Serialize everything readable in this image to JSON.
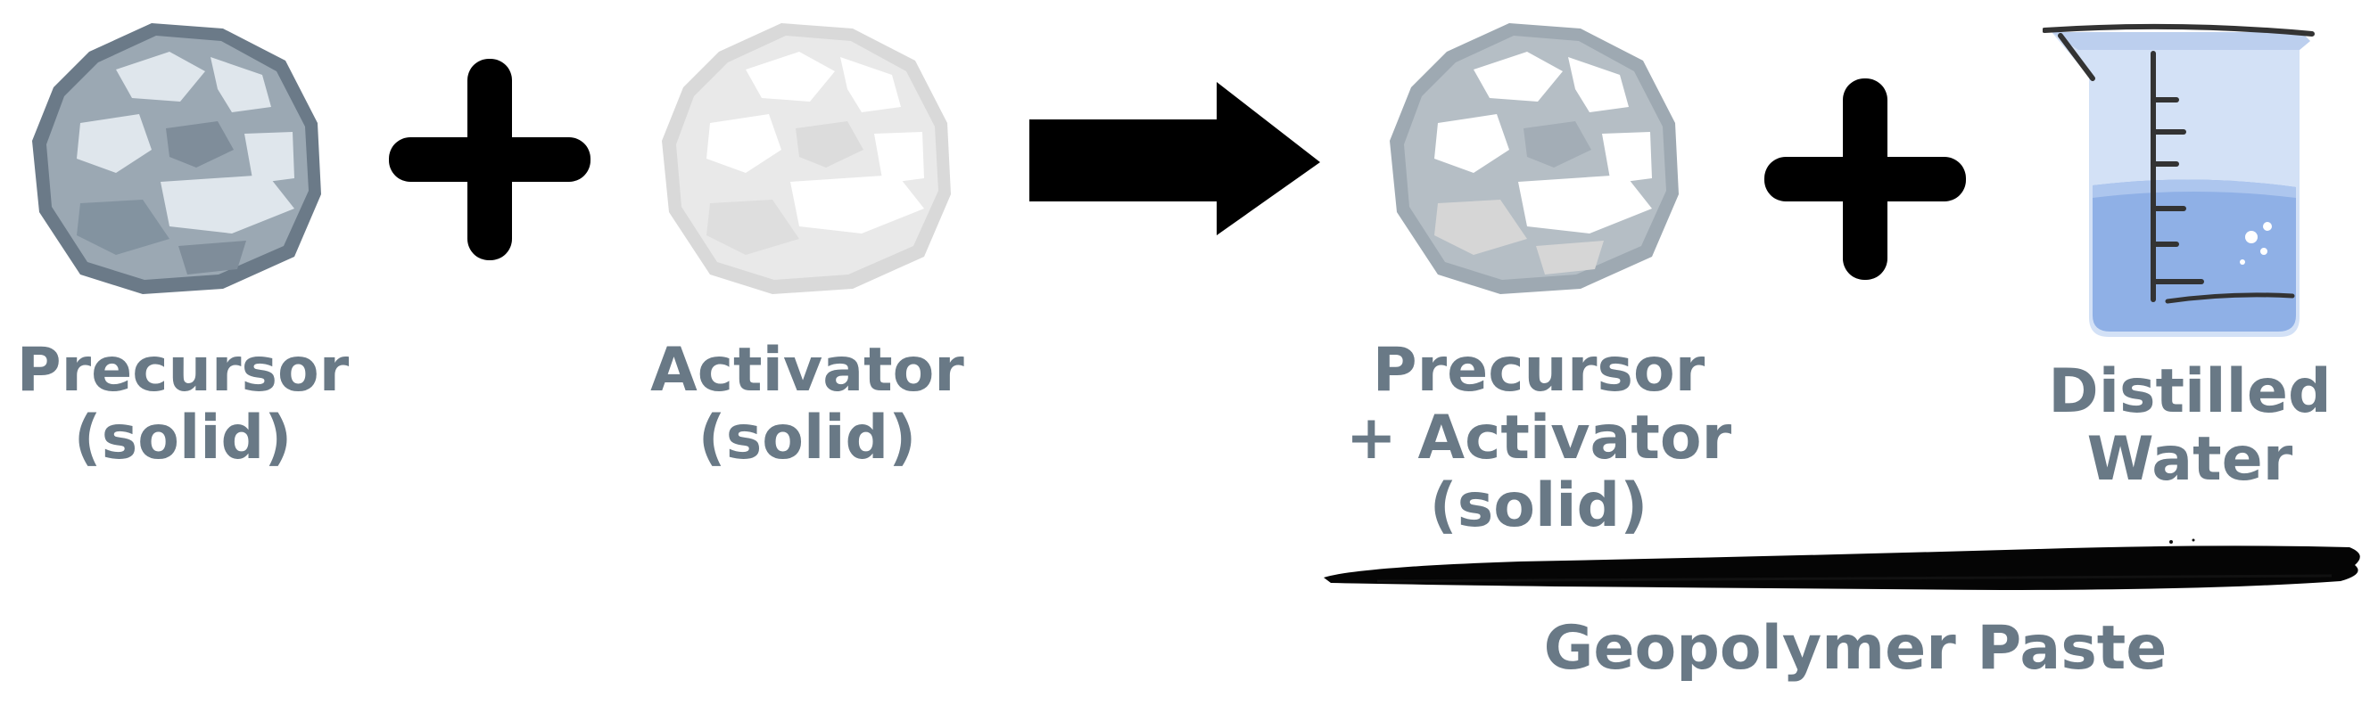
{
  "items": {
    "precursor": {
      "line1": "Precursor",
      "line2": "(solid)",
      "icon": "rock-icon",
      "color": "#6e7d8b"
    },
    "activator": {
      "line1": "Activator",
      "line2": "(solid)",
      "icon": "rock-icon",
      "color": "#dadada"
    },
    "mix": {
      "line1": "Precursor",
      "line2": "+ Activator",
      "line3": "(solid)",
      "icon": "rock-icon",
      "color": "#9eaab3"
    },
    "water": {
      "line1": "Distilled",
      "line2": "Water",
      "icon": "beaker-icon",
      "color": "#a9c2ea"
    }
  },
  "result": {
    "label": "Geopolymer Paste"
  },
  "colors": {
    "label_text": "#697986",
    "symbols": "#000000"
  }
}
